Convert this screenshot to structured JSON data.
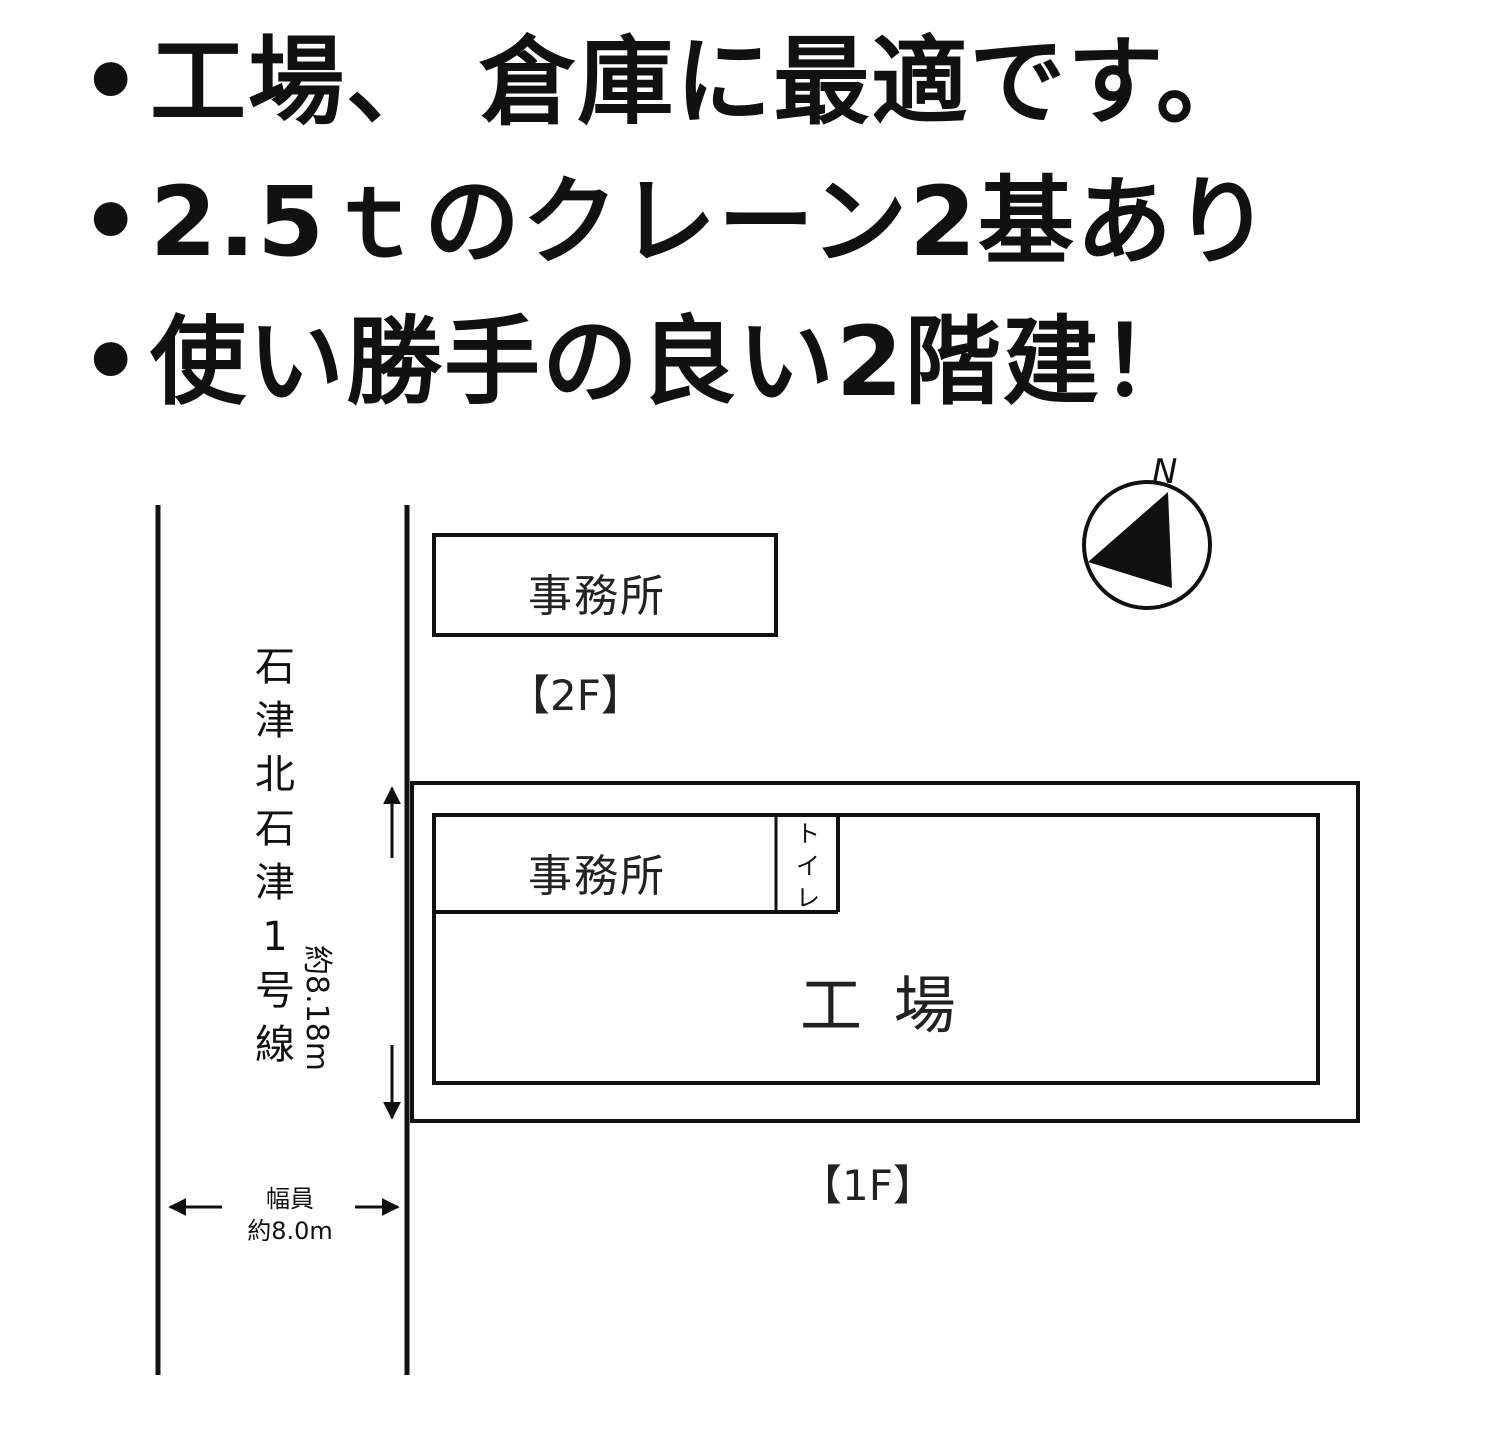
{
  "headline": {
    "bullet_glyph": "•",
    "lines": [
      "工場、 倉庫に最適です。",
      "2.5ｔのクレーン2基あり",
      "使い勝手の良い2階建！"
    ]
  },
  "floor_plan": {
    "floor_2": {
      "room_label": "事務所",
      "floor_label": "【2F】"
    },
    "floor_1": {
      "office_label": "事務所",
      "toilet_chars": [
        "ト",
        "イ",
        "レ"
      ],
      "factory_label": "工 場",
      "floor_label": "【1F】",
      "depth_label": "約8.18m"
    },
    "road": {
      "name_chars": [
        "石",
        "津",
        "北",
        "石",
        "津",
        "1",
        "号",
        "線"
      ],
      "width_caption": "幅員",
      "width_value": "約8.0m"
    },
    "compass": {
      "north_label": "N",
      "icon": "north-arrow-icon"
    }
  }
}
